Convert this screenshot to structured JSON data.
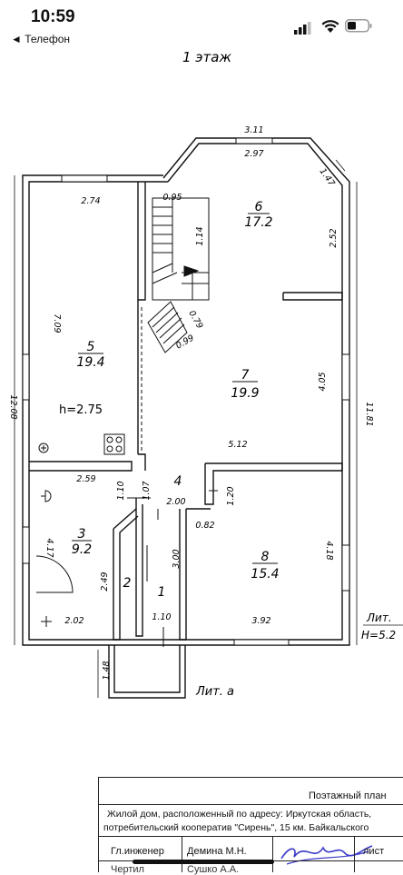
{
  "status_bar": {
    "time": "10:59",
    "back_label": "◄ Телефон"
  },
  "plan": {
    "floor_title": "1 этаж",
    "rooms": [
      {
        "num": "1",
        "area": ""
      },
      {
        "num": "2",
        "area": ""
      },
      {
        "num": "3",
        "area": "9.2"
      },
      {
        "num": "4",
        "area": ""
      },
      {
        "num": "5",
        "area": "19.4"
      },
      {
        "num": "6",
        "area": "17.2"
      },
      {
        "num": "7",
        "area": "19.9"
      },
      {
        "num": "8",
        "area": "15.4"
      }
    ],
    "height_note": "h=2.75",
    "dimensions": {
      "d311": "3.11",
      "d297": "2.97",
      "d147": "1.47",
      "d274": "2.74",
      "d095": "0.95",
      "d114": "1.14",
      "d252": "2.52",
      "d709": "7.09",
      "d079": "0.79",
      "d099": "0.99",
      "d1208": "12.08",
      "d405": "4.05",
      "d1181": "11.81",
      "d512": "5.12",
      "d259": "2.59",
      "d110a": "1.10",
      "d107": "1.07",
      "d200": "2.00",
      "d120": "1.20",
      "d082": "0.82",
      "d417": "4.17",
      "d249": "2.49",
      "d300": "3.00",
      "d418": "4.18",
      "d202": "2.02",
      "d110b": "1.10",
      "d392": "3.92",
      "d148": "1.48"
    },
    "lit_a": "Лит. а",
    "lit_main": "Лит.",
    "h_main": "H=5.2"
  },
  "stamp": {
    "title": "Поэтажный план",
    "address_line1": "Жилой дом, расположенный по адресу: Иркутская область,",
    "address_line2": "потребительский кооператив \"Сирень\", 15 км. Байкальского",
    "role1": "Гл.инженер",
    "name1": "Демина М.Н.",
    "sheet": "лист",
    "role2": "Чертил",
    "name2": "Сушко А.А."
  }
}
